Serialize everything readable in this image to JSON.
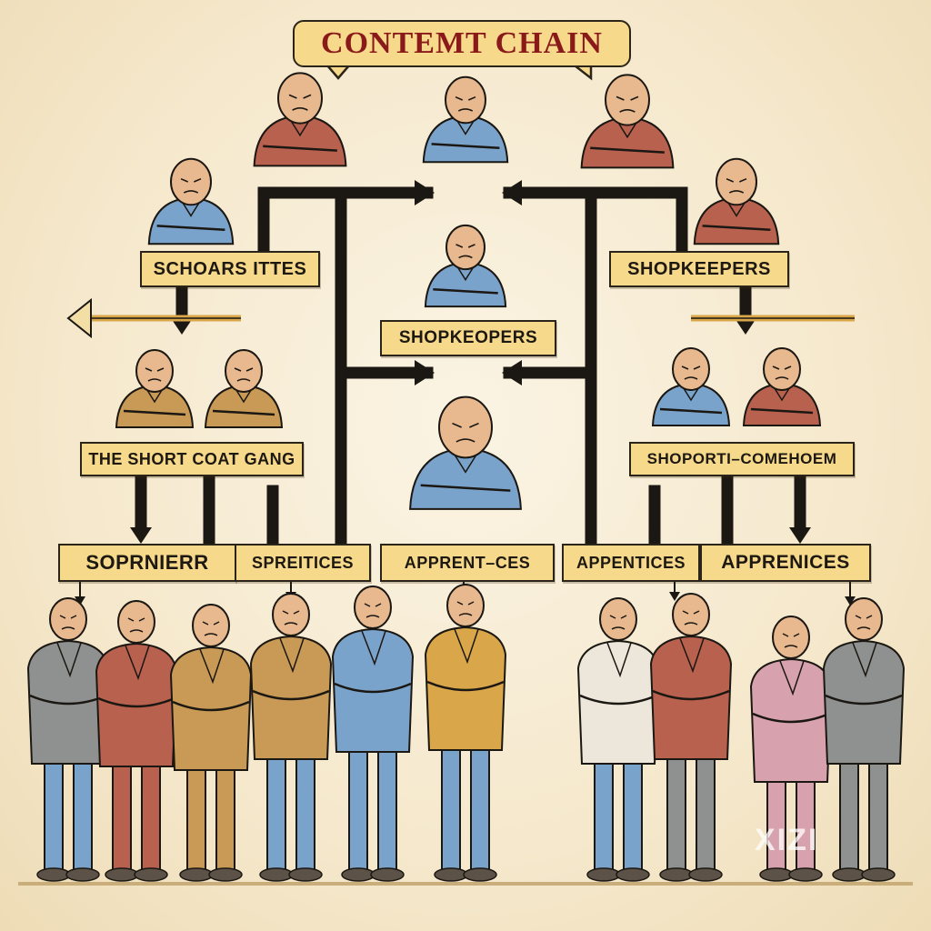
{
  "title": "CONTEMT CHAIN",
  "labels": {
    "scholars": "SCHOARS ITTES",
    "shopkeepers_top": "SHOPKEEPERS",
    "shopkeepers_mid": "SHOPKEOPERS",
    "short_coat_gang": "THE SHORT COAT GANG",
    "shoporti": "SHOPORTI–COMEHOEM",
    "soprnierr": "SOPRNIERR",
    "spreitices": "SPREITICES",
    "apprentices_1": "APPRENT–CES",
    "apprentices_2": "APPENTICES",
    "apprentices_3": "APPRENICES"
  },
  "watermark": "XIZI",
  "colors": {
    "label_fill": "#f6d98a",
    "title_text": "#8a1a1a",
    "ink": "#1b1712",
    "robe_blue": "#7aa3cc",
    "robe_red": "#b8614f",
    "robe_ochre": "#c99a55",
    "robe_gold": "#d9a64a",
    "robe_grey": "#8e918f",
    "robe_cream": "#ece7da",
    "robe_pink": "#d7a2ad"
  }
}
